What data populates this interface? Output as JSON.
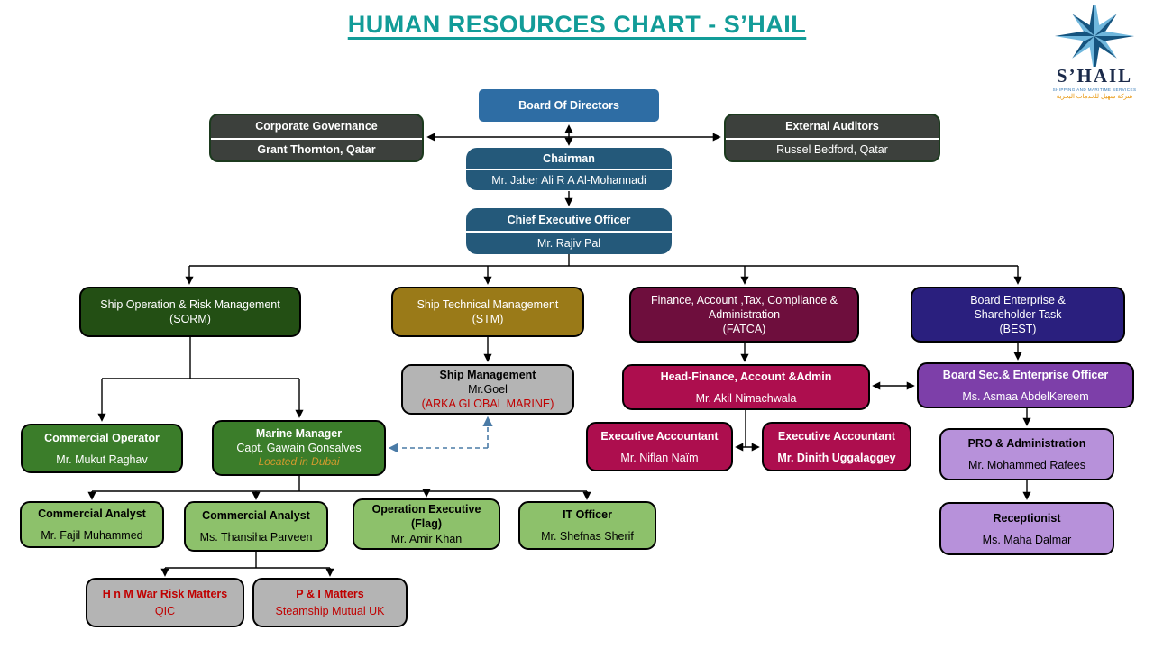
{
  "title": "HUMAN RESOURCES CHART - S’HAIL",
  "logo": {
    "name": "S’HAIL",
    "tagline": "SHIPPING AND MARITIME SERVICES",
    "arabic": "شركة سهيل للخدمات البحرية"
  },
  "colors": {
    "title_teal": "#129c98",
    "board_blue": "#2e6da4",
    "exec_blue": "#24597a",
    "governance_gray": "#3c403c",
    "sorm_green": "#234f14",
    "stm_gold": "#9a7a18",
    "fatca_maroon": "#6e0e3d",
    "best_navy": "#2a1f7e",
    "crimson": "#ad0e4e",
    "purple": "#7d3fa9",
    "light_purple": "#b791da",
    "mid_green": "#3b7d2a",
    "light_green": "#8dc16b",
    "vendor_gray": "#b4b4b4",
    "red_text": "#c00000",
    "dubai_orange": "#d09a2e",
    "dashed_blue": "#4a7ba6"
  },
  "nodes": {
    "board": {
      "title": "Board Of Directors"
    },
    "corporate_governance": {
      "title": "Corporate Governance",
      "subtitle": "Grant Thornton, Qatar"
    },
    "external_auditors": {
      "title": "External Auditors",
      "subtitle": "Russel Bedford, Qatar"
    },
    "chairman": {
      "title": "Chairman",
      "subtitle": "Mr. Jaber Ali R A Al-Mohannadi"
    },
    "ceo": {
      "title": "Chief Executive Officer",
      "subtitle": "Mr. Rajiv Pal"
    },
    "sorm": {
      "title": "Ship Operation & Risk Management",
      "subtitle": "(SORM)"
    },
    "stm": {
      "title": "Ship Technical Management",
      "subtitle": "(STM)"
    },
    "fatca": {
      "title": "Finance, Account ,Tax, Compliance & Administration",
      "subtitle": "(FATCA)"
    },
    "best": {
      "title": "Board  Enterprise & Shareholder Task",
      "subtitle": "(BEST)"
    },
    "ship_management": {
      "title": "Ship Management",
      "subtitle": "Mr.Goel",
      "note": "(ARKA GLOBAL MARINE)"
    },
    "head_finance": {
      "title": "Head-Finance, Account &Admin",
      "subtitle": "Mr. Akil Nimachwala"
    },
    "board_sec": {
      "title": "Board Sec.& Enterprise Officer",
      "subtitle": "Ms. Asmaa AbdelKereem"
    },
    "commercial_operator": {
      "title": "Commercial Operator",
      "subtitle": "Mr. Mukut Raghav"
    },
    "marine_manager": {
      "title": "Marine Manager",
      "subtitle": "Capt. Gawain Gonsalves",
      "note": "Located in Dubai"
    },
    "exec_accountant_1": {
      "title": "Executive Accountant",
      "subtitle": "Mr. Niflan Naïm"
    },
    "exec_accountant_2": {
      "title": "Executive Accountant",
      "subtitle": "Mr. Dinith Uggalaggey"
    },
    "pro_admin": {
      "title": "PRO & Administration",
      "subtitle": "Mr. Mohammed Rafees"
    },
    "receptionist": {
      "title": "Receptionist",
      "subtitle": "Ms. Maha Dalmar"
    },
    "commercial_analyst_1": {
      "title": "Commercial Analyst",
      "subtitle": "Mr. Fajil Muhammed"
    },
    "commercial_analyst_2": {
      "title": "Commercial Analyst",
      "subtitle": "Ms. Thansiha Parveen"
    },
    "operation_executive": {
      "title": "Operation Executive (Flag)",
      "subtitle": "Mr. Amir Khan"
    },
    "it_officer": {
      "title": "IT Officer",
      "subtitle": "Mr. Shefnas Sherif"
    },
    "hnm_war_risk": {
      "title": "H n M War Risk Matters",
      "subtitle": "QIC"
    },
    "pi_matters": {
      "title": "P & I  Matters",
      "subtitle": "Steamship Mutual UK"
    }
  }
}
